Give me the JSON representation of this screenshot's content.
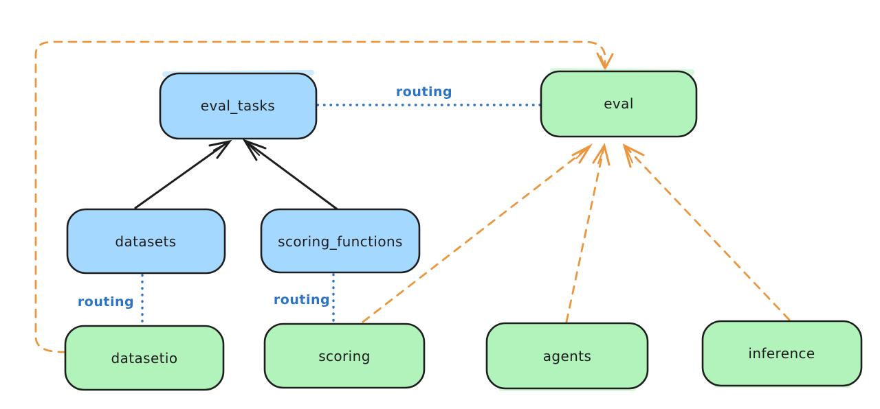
{
  "colors": {
    "canvas_bg": "#ffffff",
    "node_stroke": "#1e1e1e",
    "blue_fill": "#a5d8ff",
    "green_fill": "#b2f2bb",
    "routing_blue": "#2d74c4",
    "orange": "#ea963e"
  },
  "nodes": {
    "eval_tasks": {
      "label": "eval_tasks",
      "color": "blue"
    },
    "eval": {
      "label": "eval",
      "color": "green"
    },
    "datasets": {
      "label": "datasets",
      "color": "blue"
    },
    "scoring_functions": {
      "label": "scoring_functions",
      "color": "blue"
    },
    "datasetio": {
      "label": "datasetio",
      "color": "green"
    },
    "scoring": {
      "label": "scoring",
      "color": "green"
    },
    "agents": {
      "label": "agents",
      "color": "green"
    },
    "inference": {
      "label": "inference",
      "color": "green"
    }
  },
  "edges": [
    {
      "from": "datasets",
      "to": "eval_tasks",
      "style": "solid-arrow",
      "label": ""
    },
    {
      "from": "scoring_functions",
      "to": "eval_tasks",
      "style": "solid-arrow",
      "label": ""
    },
    {
      "from": "eval_tasks",
      "to": "eval",
      "style": "dotted",
      "label": "routing"
    },
    {
      "from": "datasets",
      "to": "datasetio",
      "style": "dotted",
      "label": "routing"
    },
    {
      "from": "scoring_functions",
      "to": "scoring",
      "style": "dotted",
      "label": "routing"
    },
    {
      "from": "datasetio",
      "to": "eval",
      "style": "dashed-arrow",
      "label": ""
    },
    {
      "from": "scoring",
      "to": "eval",
      "style": "dashed-arrow",
      "label": ""
    },
    {
      "from": "agents",
      "to": "eval",
      "style": "dashed-arrow",
      "label": ""
    },
    {
      "from": "inference",
      "to": "eval",
      "style": "dashed-arrow",
      "label": ""
    }
  ]
}
